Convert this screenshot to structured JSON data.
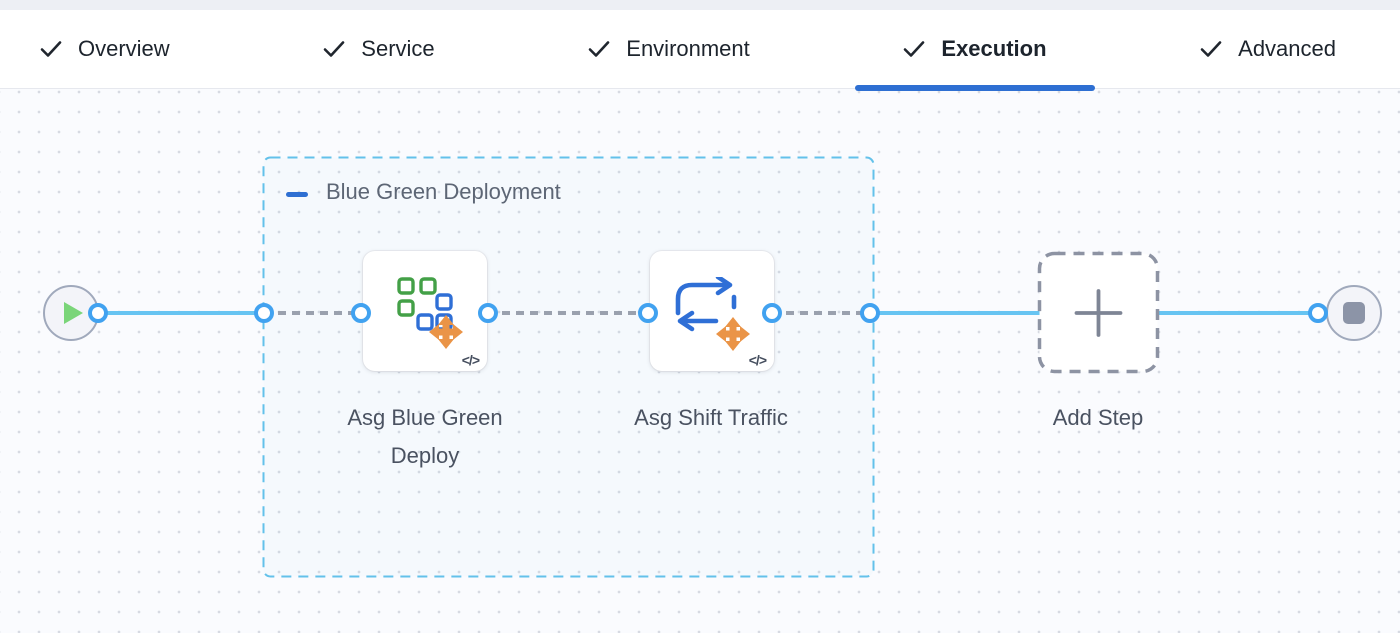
{
  "tabs": {
    "items": [
      {
        "label": "Overview",
        "completed": true,
        "active": false
      },
      {
        "label": "Service",
        "completed": true,
        "active": false
      },
      {
        "label": "Environment",
        "completed": true,
        "active": false
      },
      {
        "label": "Execution",
        "completed": true,
        "active": true
      },
      {
        "label": "Advanced",
        "completed": true,
        "active": false
      }
    ]
  },
  "pipeline": {
    "start_node": "start",
    "end_node": "stop",
    "group": {
      "label": "Blue Green Deployment"
    },
    "steps": [
      {
        "label": "Asg Blue Green Deploy",
        "icon": "asg-blue-green-deploy"
      },
      {
        "label": "Asg Shift Traffic",
        "icon": "asg-shift-traffic"
      }
    ],
    "add_step": {
      "label": "Add Step"
    },
    "code_badge": "</>"
  },
  "colors": {
    "accent_blue": "#2e6fd2",
    "connector_blue": "#67c4f2",
    "port_blue": "#41a2f0",
    "group_border": "#63c1ea",
    "icon_green": "#43a047",
    "icon_blue": "#2f6fd6",
    "icon_orange": "#ea9447",
    "play_green": "#7ad579",
    "stop_gray": "#8c94a7"
  }
}
